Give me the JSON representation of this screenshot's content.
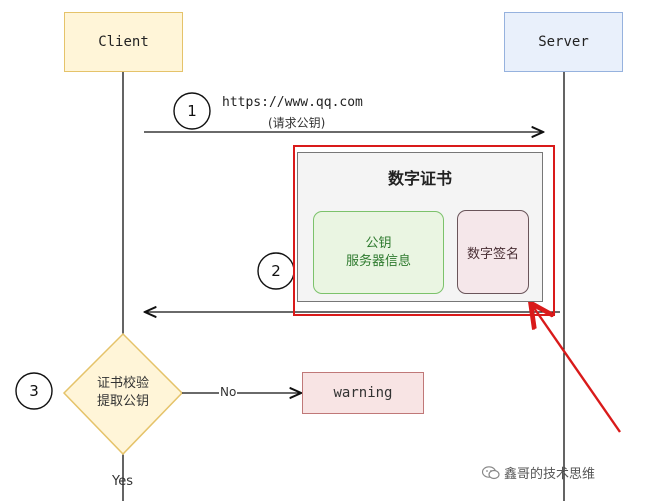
{
  "diagram": {
    "client_label": "Client",
    "server_label": "Server",
    "step1": "1",
    "step2": "2",
    "step3": "3",
    "request_url": "https://www.qq.com",
    "request_note": "(请求公钥)",
    "certificate": {
      "title": "数字证书",
      "public_key_line1": "公钥",
      "public_key_line2": "服务器信息",
      "signature": "数字签名"
    },
    "decision": {
      "line1": "证书校验",
      "line2": "提取公钥"
    },
    "no_label": "No",
    "yes_label": "Yes",
    "warning_label": "warning"
  },
  "watermark": {
    "text": "鑫哥的技术思维"
  },
  "colors": {
    "highlight_red": "#d91a1a",
    "client_fill": "#fff5d8",
    "server_fill": "#e9f0fb",
    "pubkey_fill": "#eaf5e2",
    "sign_fill": "#f5e7ea",
    "warning_fill": "#f8e4e4",
    "diamond_fill": "#fff5d8"
  }
}
